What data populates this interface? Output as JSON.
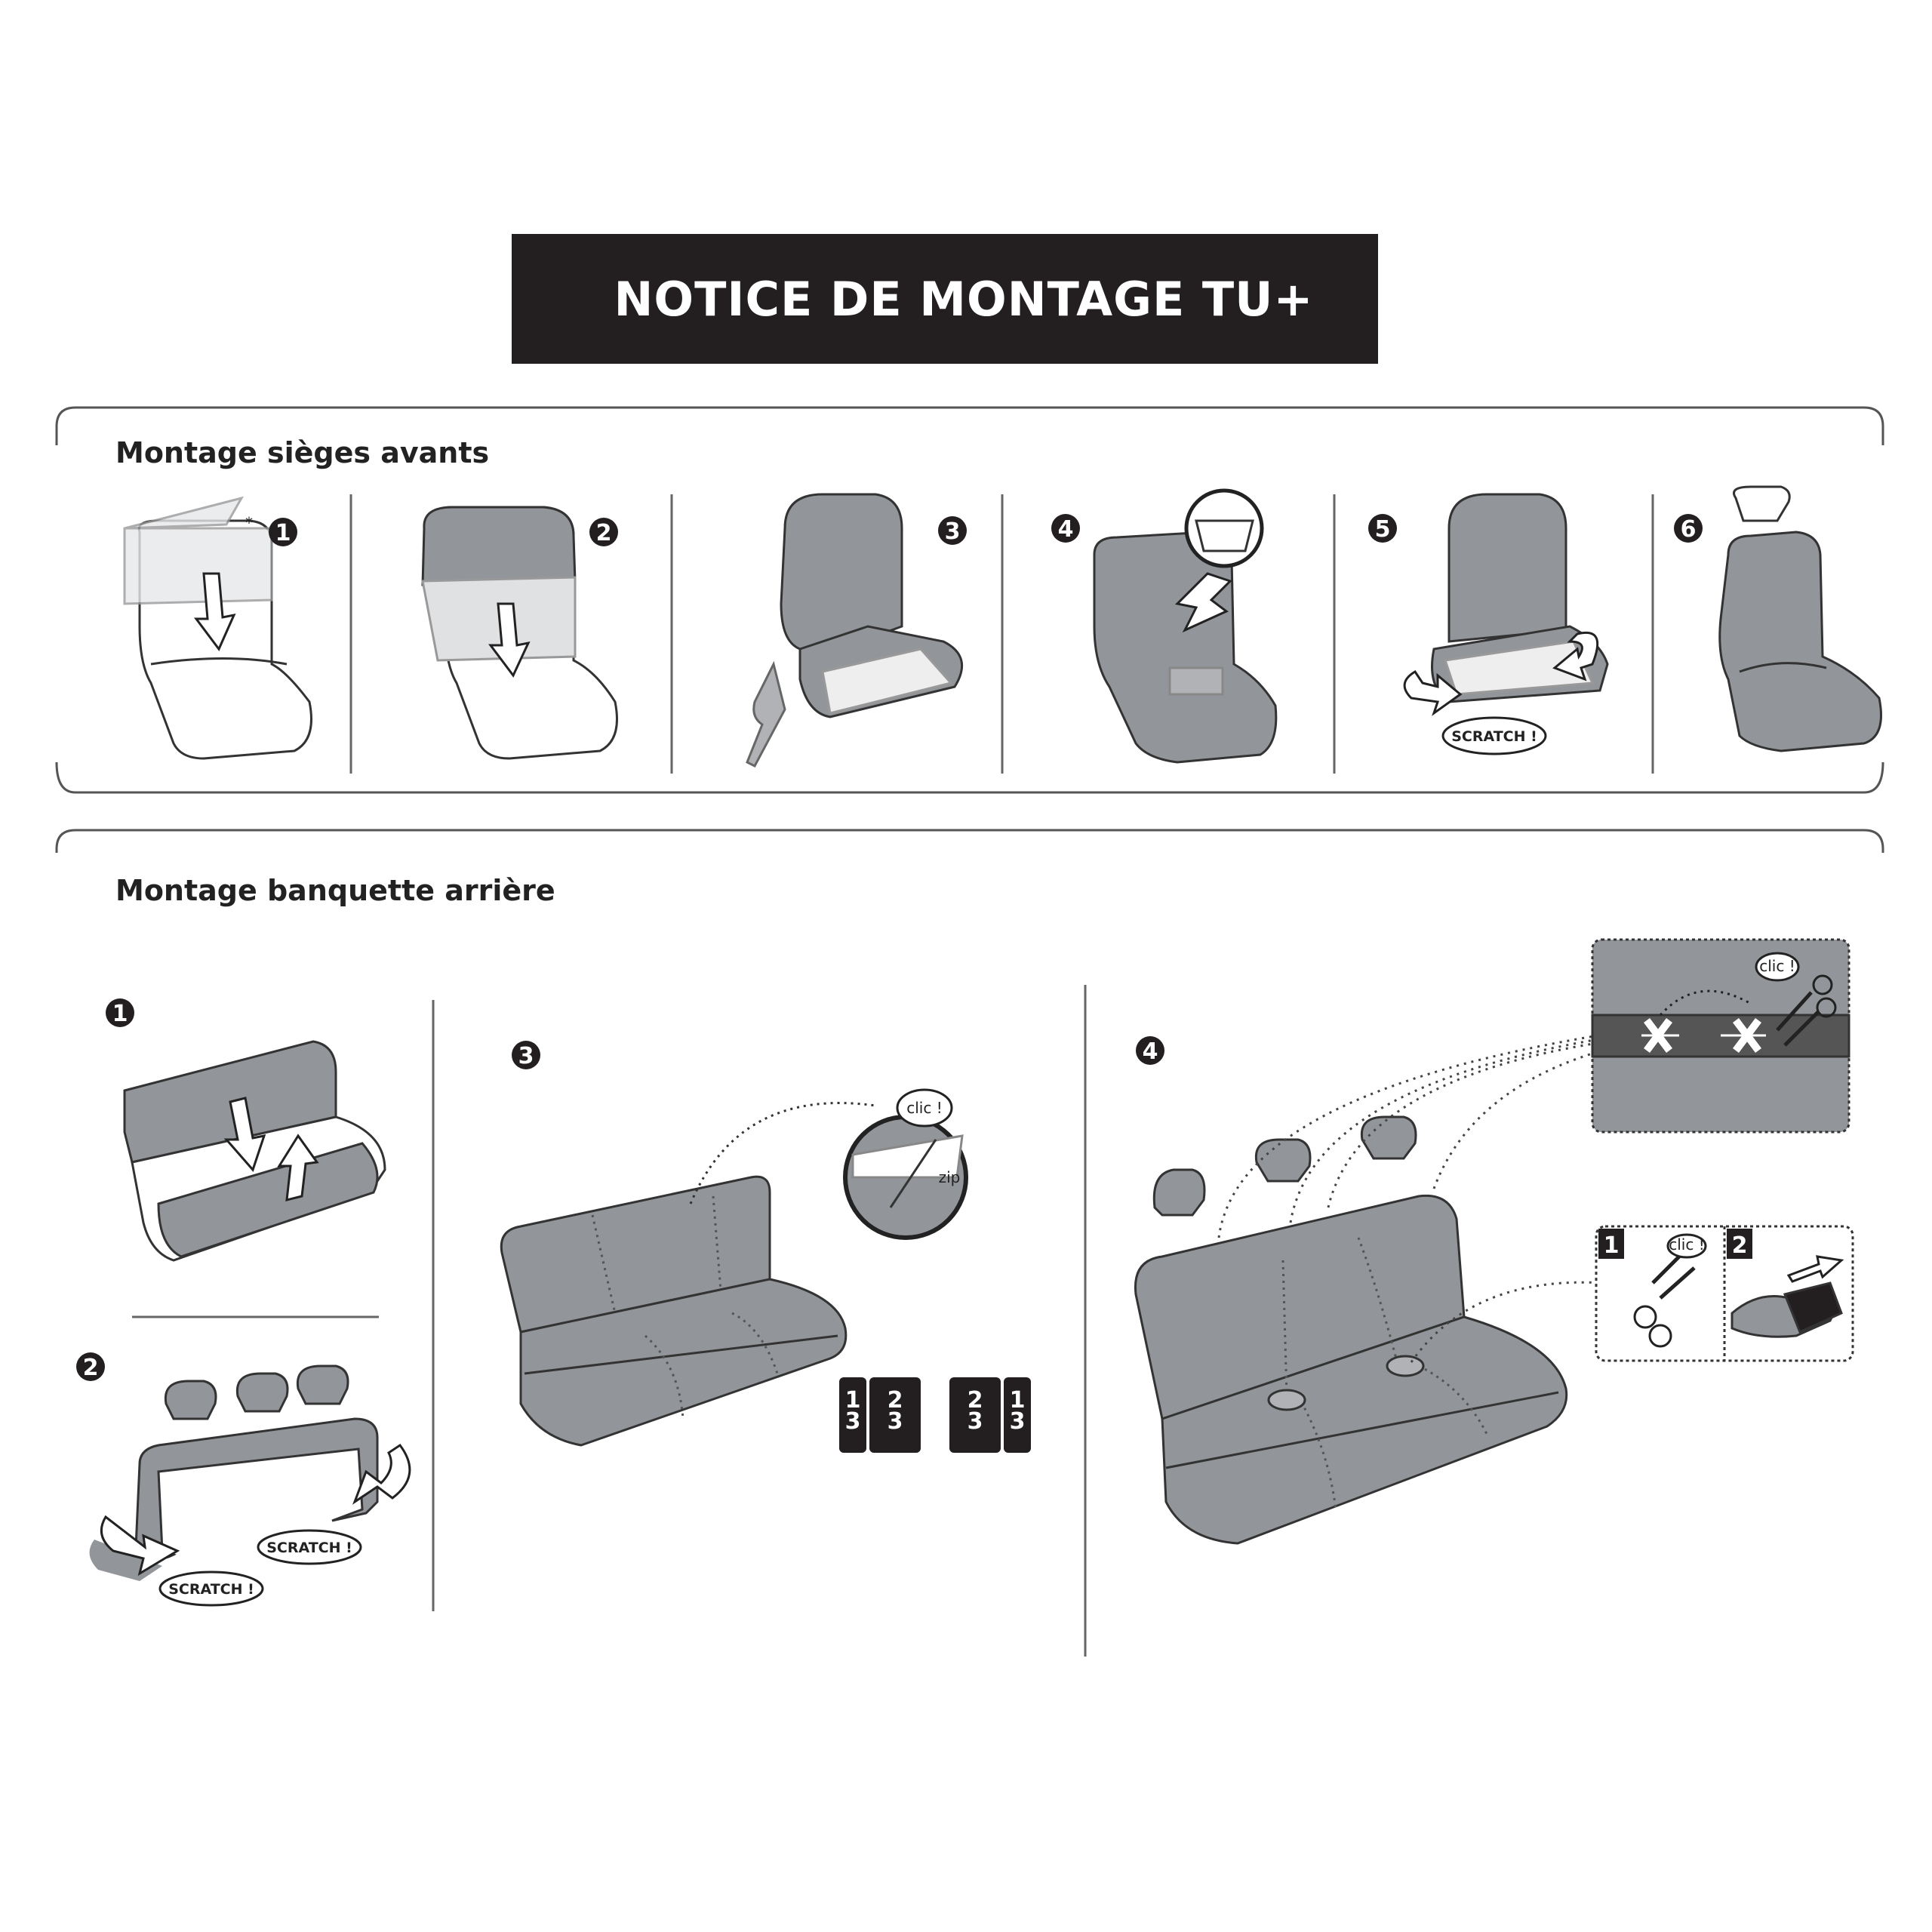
{
  "title": "NOTICE DE MONTAGE TU+",
  "front": {
    "heading": "Montage sièges avants",
    "asterisk": "*",
    "steps": [
      "1",
      "2",
      "3",
      "4",
      "5",
      "6"
    ],
    "scratch": "SCRATCH !"
  },
  "rear": {
    "heading": "Montage banquette arrière",
    "steps": [
      "1",
      "2",
      "3",
      "4"
    ],
    "scratch_a": "SCRATCH !",
    "scratch_b": "SCRATCH !",
    "clic": "clic !",
    "zip": "zip",
    "clic_panel": "clic !",
    "clic_sub": "clic !",
    "sub_step_1": "1",
    "sub_step_2": "2",
    "split_a_left_num": "1",
    "split_a_left_den": "3",
    "split_a_right_num": "2",
    "split_a_right_den": "3",
    "split_b_left_num": "2",
    "split_b_left_den": "3",
    "split_b_right_num": "1",
    "split_b_right_den": "3"
  },
  "colors": {
    "dark": "#231f20",
    "seat_gray": "#929599",
    "mid_gray": "#b0b2b5",
    "line": "#555555"
  }
}
